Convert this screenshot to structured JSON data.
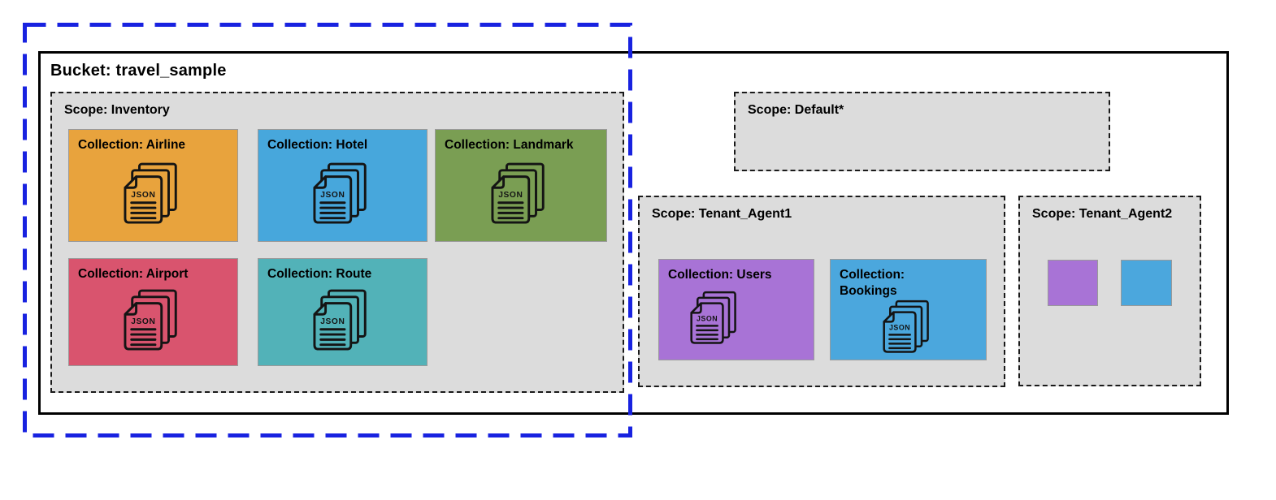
{
  "bucket": {
    "title": "Bucket: travel_sample"
  },
  "scopes": {
    "inventory": {
      "label": "Scope: Inventory",
      "collections": [
        {
          "label": "Collection: Airline"
        },
        {
          "label": "Collection: Hotel"
        },
        {
          "label": "Collection: Landmark"
        },
        {
          "label": "Collection: Airport"
        },
        {
          "label": "Collection: Route"
        }
      ]
    },
    "default": {
      "label": "Scope: Default*"
    },
    "tenant_agent1": {
      "label": "Scope: Tenant_Agent1",
      "collections": [
        {
          "label": "Collection: Users"
        },
        {
          "label": "Collection:\nBookings"
        }
      ]
    },
    "tenant_agent2": {
      "label": "Scope: Tenant_Agent2"
    }
  },
  "icon": {
    "json_label": "JSON",
    "semantic": "json-documents-icon"
  },
  "colors": {
    "scope_bg": "#dcdcdc",
    "highlight_blue": "#1822e0",
    "airline": "#e8a33d",
    "hotel": "#47a7dc",
    "landmark": "#7a9e53",
    "airport": "#d9546e",
    "route": "#52b2b8",
    "users": "#a873d6",
    "bookings": "#4ba7dd",
    "tenant2_swatch_purple": "#a873d6",
    "tenant2_swatch_blue": "#4ba7dd"
  }
}
